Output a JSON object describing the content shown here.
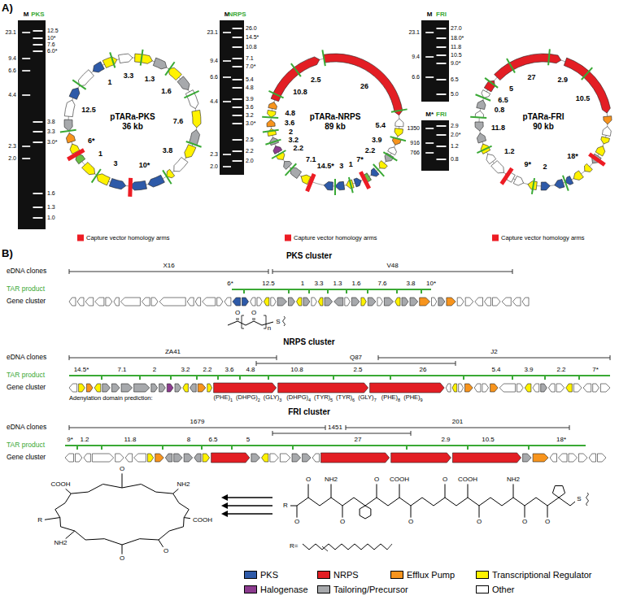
{
  "diagram": {
    "nodes": [
      {
        "text": [
          "pTARa-PKS",
          "36 kb"
        ]
      },
      {
        "text": [
          "pTARa-NRPS",
          "89 kb"
        ]
      },
      {
        "text": [
          "pTARa-FRI",
          "90 kb"
        ]
      }
    ],
    "labels": [
      "A)",
      "M",
      "PKS",
      "23.1",
      "9.4",
      "6.6",
      "4.4",
      "2.3",
      "2.0",
      "12.5",
      "10*",
      "7.6",
      "6.0*",
      "3.8",
      "3.3",
      "3.0*",
      "1.6",
      "1.3",
      "1.0",
      "1",
      "3.3",
      "1.3",
      "1.6",
      "7.6",
      "3.8",
      "10*",
      "3",
      "1",
      "6*",
      "12.5",
      "M",
      "NRPS",
      "23.1",
      "9.4",
      "6.6",
      "4.4",
      "2.3",
      "2.0",
      "26.0",
      "14.5*",
      "10.8",
      "7.1",
      "7.0*",
      "5.4",
      "4.8",
      "3.9",
      "3.6",
      "3.2",
      "3.0*",
      "2.5",
      "2.2",
      "2.0",
      "2.5",
      "26",
      "5.4",
      "3.9",
      "2.2",
      "7*",
      "1",
      "3",
      "14.5*",
      "7.1",
      "2.2",
      "3.2",
      "2",
      "3.6",
      "4.8",
      "10.8",
      "M",
      "FRI",
      "23.1",
      "9.4",
      "6.6",
      "27.0",
      "18.0*",
      "11.8",
      "10.5",
      "9.0*",
      "6.5",
      "5.0",
      "M*",
      "FRI",
      "1350",
      "916",
      "766",
      "2.9",
      "2.0*",
      "1.2",
      "0.8",
      "27",
      "2.9",
      "10.5",
      "18*",
      "2",
      "9*",
      "1.2",
      "11.8",
      "0.8",
      "6.5",
      "5",
      "B)",
      "PKS cluster",
      "eDNA clones",
      "TAR product",
      "Gene cluster",
      "X16",
      "V48",
      "6*",
      "12.5",
      "1",
      "3.3",
      "1.3",
      "1.6",
      "7.6",
      "3.8",
      "10*",
      "O",
      "O",
      "n",
      "S",
      "NRPS cluster",
      "eDNA clones",
      "TAR product",
      "Gene cluster",
      "ZA41",
      "Q87",
      "J2",
      "14.5*",
      "7.1",
      "2",
      "3.2",
      "2.2",
      "3.6",
      "4.8",
      "10.8",
      "2.5",
      "26",
      "5.4",
      "3.9",
      "2.2",
      "7*",
      "Adenylation domain prediction:",
      "(PHE)",
      "1",
      "(DHPG)",
      "2",
      "(GLY)",
      "3",
      "(DHPG)",
      "4",
      "(TYR)",
      "5",
      "(TYR)",
      "6",
      "(GLY)",
      "7",
      "(PHE)",
      "8",
      "(PHE)",
      "9",
      "FRI cluster",
      "eDNA clones",
      "TAR product",
      "Gene cluster",
      "1679",
      "1451",
      "201",
      "9*",
      "1.2",
      "11.8",
      "8",
      "6.5",
      "5",
      "27",
      "2.9",
      "10.5",
      "18*",
      "O",
      "NH2",
      "COOH",
      "O",
      "O",
      "NH2",
      "R",
      "COOH",
      "R",
      "O",
      "O",
      "NH2",
      "O",
      "O",
      "COOH",
      "O",
      "O",
      "COOH",
      "O",
      "NH2",
      "O",
      "O",
      "S",
      "R="
    ],
    "legend": [
      {
        "text": "Capture vector homology arms",
        "color": "#ed1c24"
      },
      {
        "text": "Capture vector homology arms",
        "color": "#ed1c24"
      },
      {
        "text": "Capture vector homology arms",
        "color": "#ed1c24"
      },
      {
        "text": "PKS",
        "color": "#2e5aa8"
      },
      {
        "text": "NRPS",
        "color": "#e31e24"
      },
      {
        "text": "Efflux Pump",
        "color": "#f7941d"
      },
      {
        "text": "Transcriptional Regulator",
        "color": "#fff200"
      },
      {
        "text": "Halogenase",
        "color": "#8c3b8f"
      },
      {
        "text": "Tailoring/Precursor",
        "color": "#a7a9ac"
      },
      {
        "text": "Other",
        "color": "#ffffff"
      }
    ]
  }
}
